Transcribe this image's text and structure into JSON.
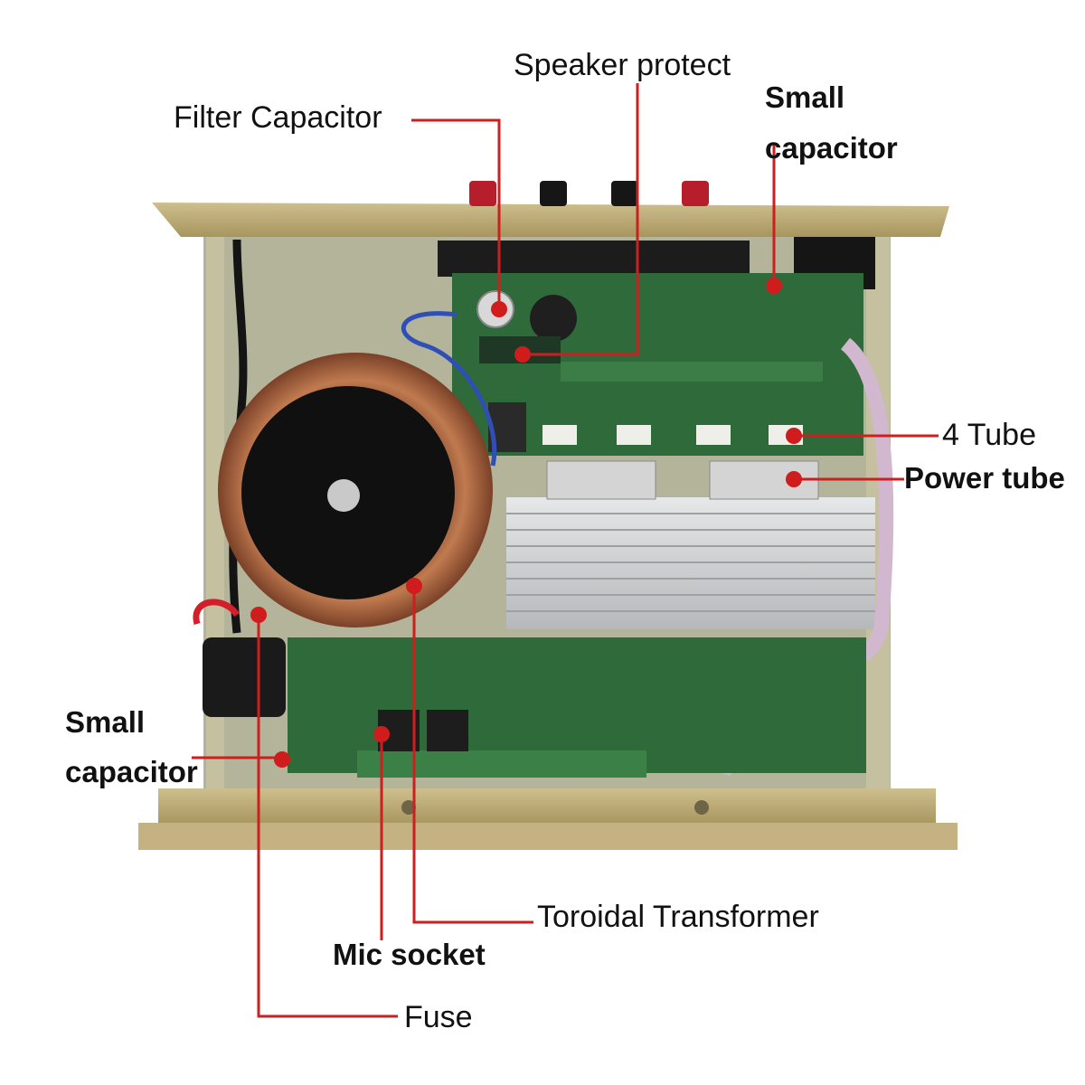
{
  "labels": {
    "speaker_protect": "Speaker protect",
    "small_capacitor_top": "Small\ncapacitor",
    "filter_capacitor": "Filter Capacitor",
    "four_tube": "4 Tube",
    "power_tube": "Power tube",
    "small_capacitor_left": "Small\ncapacitor",
    "toroidal_transformer": "Toroidal Transformer",
    "mic_socket": "Mic socket",
    "fuse": "Fuse"
  },
  "colors": {
    "leader_line": "#cc1f1f",
    "chassis_gold": "#b9a671",
    "pcb_green": "#2f6b3a",
    "heatsink": "#c9cacc",
    "copper": "#9c5a3a",
    "background": "#ffffff"
  }
}
